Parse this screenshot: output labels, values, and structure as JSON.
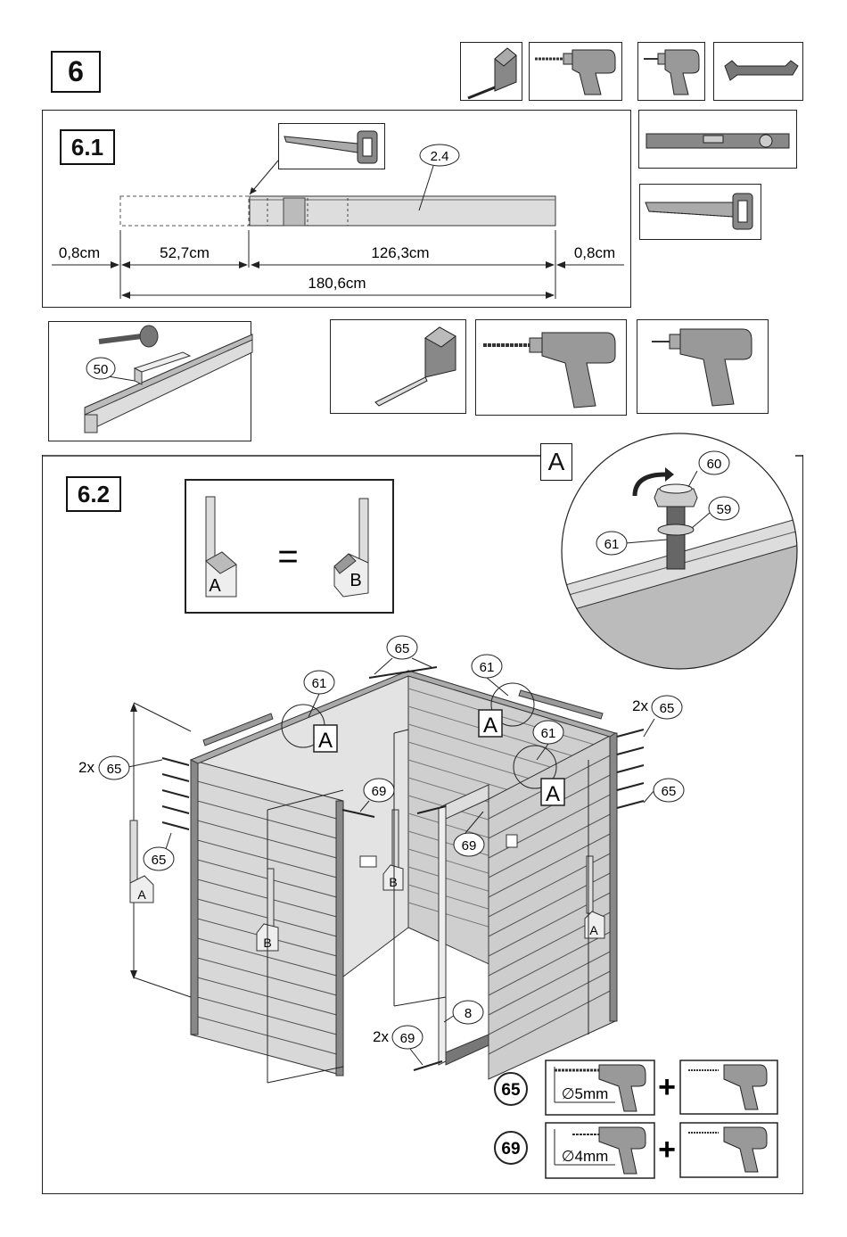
{
  "step": "6",
  "section_61": {
    "label": "6.1",
    "part_ref": "2.4",
    "dims": {
      "left_gap": "0,8cm",
      "cut_piece": "52,7cm",
      "keep_piece": "126,3cm",
      "right_gap": "0,8cm",
      "total": "180,6cm"
    }
  },
  "detail_50": {
    "part": "50"
  },
  "section_62": {
    "label": "6.2",
    "tape_a": "A",
    "tape_b": "B",
    "equals": "=",
    "detail": {
      "label": "A",
      "nut": "60",
      "washer": "59",
      "rod": "61"
    },
    "callouts": {
      "screw": "65",
      "rod": "61",
      "bolt": "69",
      "door_post": "8",
      "mult_2x": "2x",
      "detail_marker": "A"
    },
    "drill_legend": [
      {
        "part": "65",
        "diameter": "∅5mm",
        "plus": "+"
      },
      {
        "part": "69",
        "diameter": "∅4mm",
        "plus": "+"
      }
    ]
  },
  "tool_icons": [
    "tape-measure-icon",
    "drill-icon",
    "screwdriver-drill-icon",
    "wrench-icon",
    "spirit-level-icon",
    "hand-saw-icon"
  ]
}
